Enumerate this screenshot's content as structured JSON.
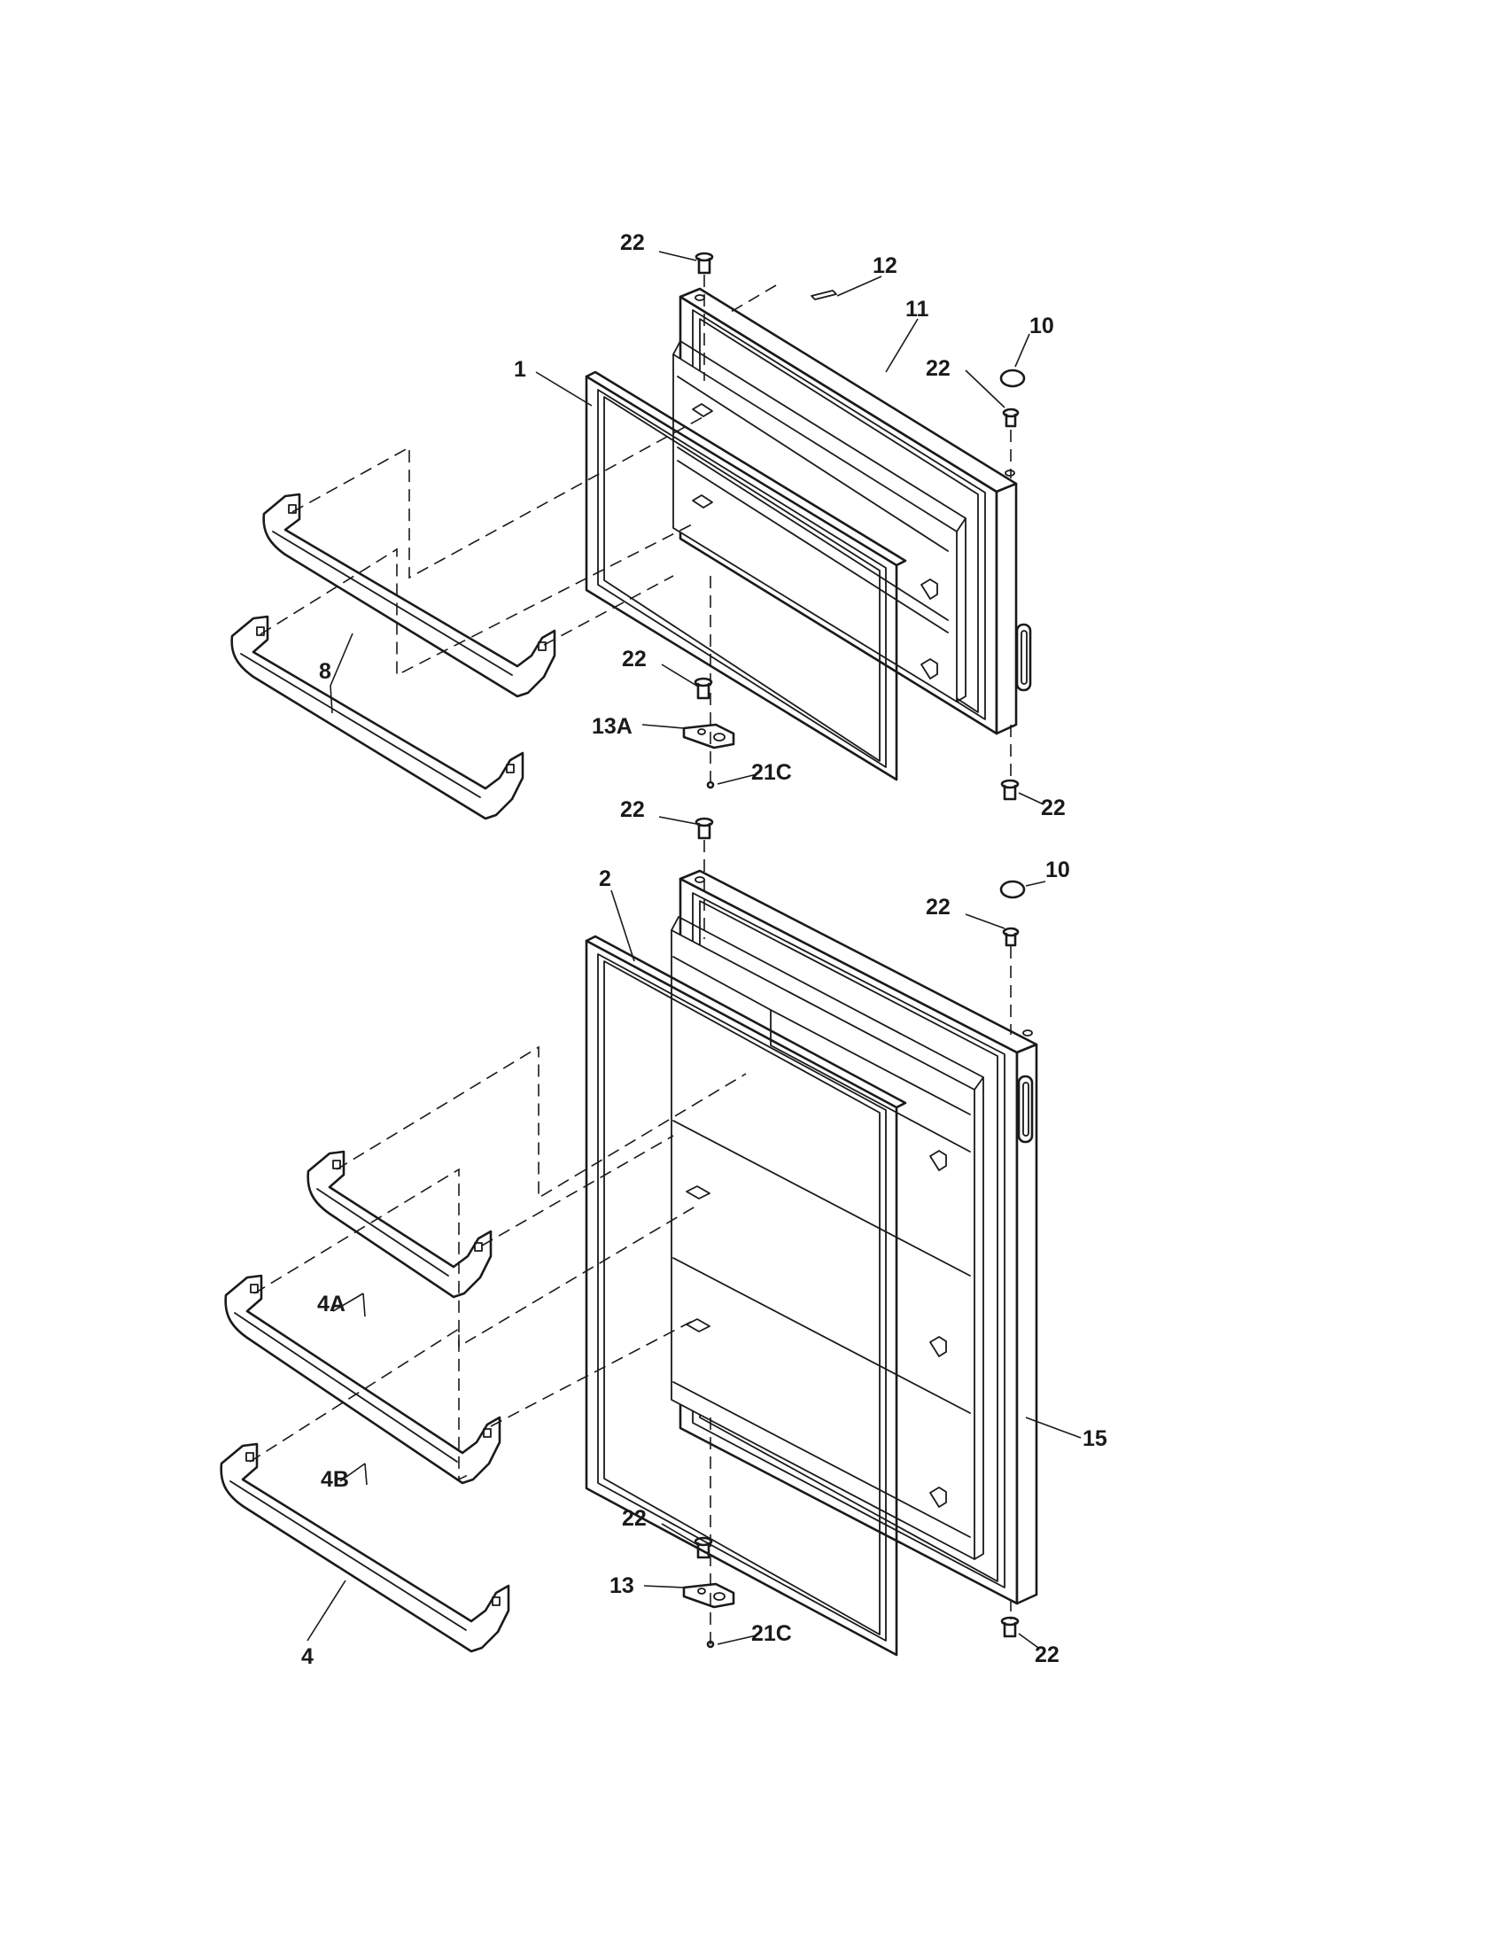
{
  "callouts": {
    "c1": "1",
    "c2": "2",
    "c4": "4",
    "c4A": "4A",
    "c4B": "4B",
    "c8": "8",
    "c10a": "10",
    "c10b": "10",
    "c11": "11",
    "c12": "12",
    "c13": "13",
    "c13A": "13A",
    "c15": "15",
    "c21Ca": "21C",
    "c21Cb": "21C",
    "c22a": "22",
    "c22b": "22",
    "c22c": "22",
    "c22d": "22",
    "c22e": "22",
    "c22f": "22",
    "c22g": "22",
    "c22h": "22"
  }
}
